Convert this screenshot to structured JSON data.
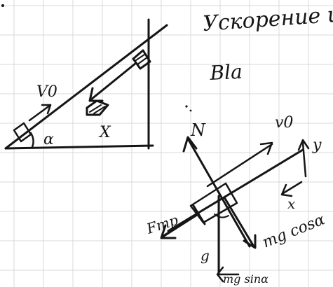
{
  "heading": "Ускорение и",
  "subheading": "Bla",
  "diagram_left": {
    "velocity_label": "V0",
    "angle_label": "α",
    "distance_label": "X"
  },
  "diagram_right": {
    "normal_label": "N",
    "velocity_label": "v0",
    "axis_y_label": "y",
    "axis_x_label": "x",
    "friction_label": "Fтр",
    "mg_cos_label": "mg cosα",
    "g_label": "g",
    "mg_sin_label": "mg sinα"
  },
  "colors": {
    "paper": "#ffffff",
    "grid": "#d6d9dc",
    "ink": "#151515"
  }
}
